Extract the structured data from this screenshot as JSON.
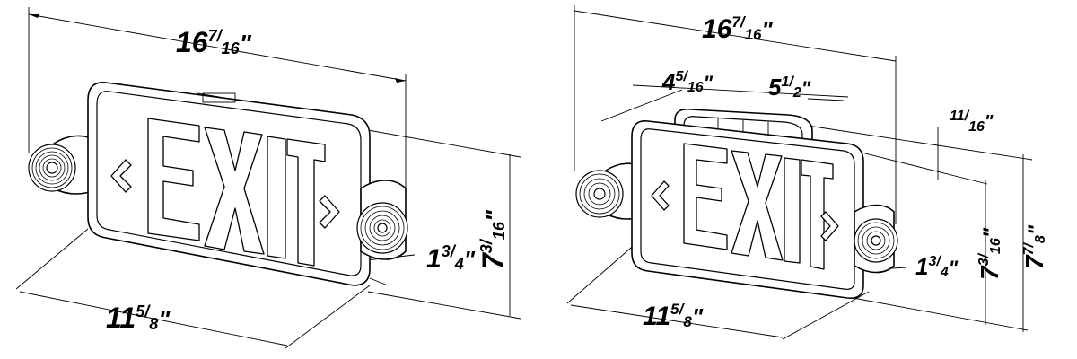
{
  "left": {
    "width": {
      "whole": "16",
      "num": "7",
      "den": "16",
      "unit": "\""
    },
    "length": {
      "whole": "11",
      "num": "5",
      "den": "8",
      "unit": "\""
    },
    "depth": {
      "whole": "1",
      "num": "3",
      "den": "4",
      "unit": "\""
    },
    "height": {
      "whole": "7",
      "num": "3",
      "den": "16",
      "unit": "\""
    },
    "sign_text": "EXIT"
  },
  "right": {
    "width": {
      "whole": "16",
      "num": "7",
      "den": "16",
      "unit": "\""
    },
    "bracket_width": {
      "whole": "4",
      "num": "5",
      "den": "16",
      "unit": "\""
    },
    "bracket_length": {
      "whole": "5",
      "num": "1",
      "den": "2",
      "unit": "\""
    },
    "bracket_height": {
      "num": "11",
      "den": "16",
      "unit": "\""
    },
    "length": {
      "whole": "11",
      "num": "5",
      "den": "8",
      "unit": "\""
    },
    "depth": {
      "whole": "1",
      "num": "3",
      "den": "4",
      "unit": "\""
    },
    "height": {
      "whole": "7",
      "num": "3",
      "den": "16",
      "unit": "\""
    },
    "total_height": {
      "whole": "7",
      "num": "7",
      "den": "8",
      "unit": "\""
    },
    "sign_text": "EXIT"
  }
}
